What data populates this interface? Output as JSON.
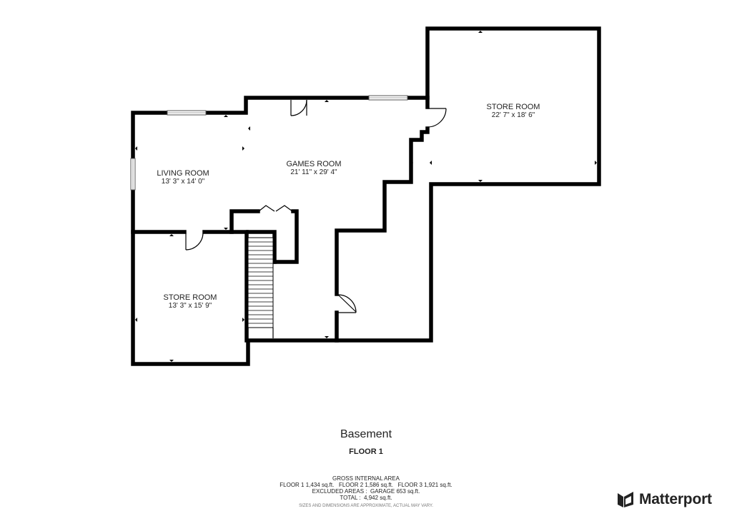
{
  "rooms": {
    "store_room_right": {
      "name": "STORE ROOM",
      "dims": "22' 7\" x 18' 6\""
    },
    "games_room": {
      "name": "GAMES ROOM",
      "dims": "21' 11\" x 29' 4\""
    },
    "living_room": {
      "name": "LIVING ROOM",
      "dims": "13' 3\" x 14' 0\""
    },
    "store_room_left": {
      "name": "STORE ROOM",
      "dims": "13' 3\" x 15' 9\""
    }
  },
  "floor": {
    "title": "Basement",
    "subtitle": "FLOOR 1"
  },
  "area": {
    "heading": "GROSS INTERNAL AREA",
    "floors_line": "FLOOR 1 1,434 sq.ft.   FLOOR 2 1,586 sq.ft.   FLOOR 3 1,921 sq.ft.",
    "excluded_line": "EXCLUDED AREAS :  GARAGE 653 sq.ft.",
    "total_line": "TOTAL :  4,942 sq.ft."
  },
  "disclaimer": "SIZES AND DIMENSIONS ARE APPROXIMATE, ACTUAL MAY VARY.",
  "brand": {
    "name": "Matterport",
    "logo_icon": "matterport-logo-icon"
  }
}
